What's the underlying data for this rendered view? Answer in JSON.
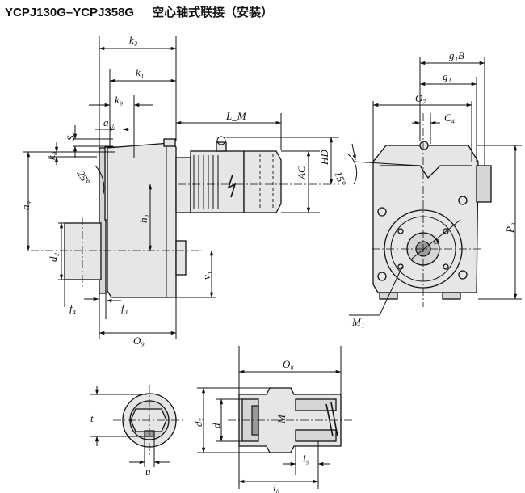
{
  "title": {
    "model_range": "YCPJ130G–YCPJ358G",
    "description": "空心轴式联接（安装）"
  },
  "side_view": {
    "labels": {
      "k2": "k₂",
      "k1": "k₁",
      "k9": "k₉",
      "a10": "a₁₀",
      "s4": "S₄",
      "k8": "k₈",
      "angle25": "25°",
      "a9": "a₉",
      "h1": "h₁",
      "d2": "d₂",
      "v1": "v₁",
      "f4": "f₄",
      "f3": "f₃",
      "o9": "O₉",
      "lm": "L_M",
      "ac": "AC",
      "hd": "HD",
      "angle15": "15°"
    }
  },
  "front_view": {
    "labels": {
      "g1b": "g₁B",
      "g1": "g₁",
      "o7": "O₇",
      "c4": "C₄",
      "p3": "P₃",
      "m1": "M₁",
      "phi": "ø"
    }
  },
  "shaft_views": {
    "labels": {
      "o8": "O₈",
      "t": "t",
      "u": "u",
      "d7": "d₇",
      "d": "d",
      "m": "M",
      "l9": "l₉",
      "l8": "l₈"
    }
  }
}
